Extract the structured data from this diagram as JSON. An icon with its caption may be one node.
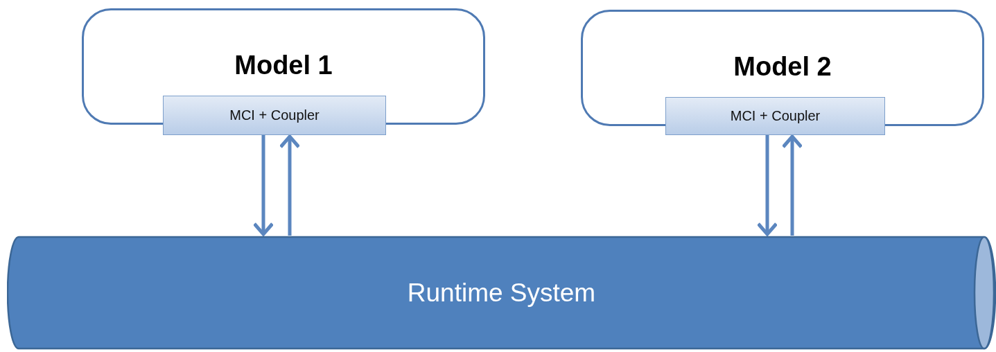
{
  "diagram": {
    "nodes": [
      {
        "text": [
          "Model 1"
        ]
      },
      {
        "text": [
          "MCI + Coupler"
        ]
      },
      {
        "text": [
          "Model 2"
        ]
      },
      {
        "text": [
          "MCI + Coupler"
        ]
      },
      {
        "text": [
          "Runtime System"
        ]
      }
    ],
    "edges": [
      {
        "from": 1,
        "to": 4,
        "arrow": "to"
      },
      {
        "from": 4,
        "to": 1,
        "arrow": "to"
      },
      {
        "from": 3,
        "to": 4,
        "arrow": "to"
      },
      {
        "from": 4,
        "to": 3,
        "arrow": "to"
      }
    ]
  }
}
